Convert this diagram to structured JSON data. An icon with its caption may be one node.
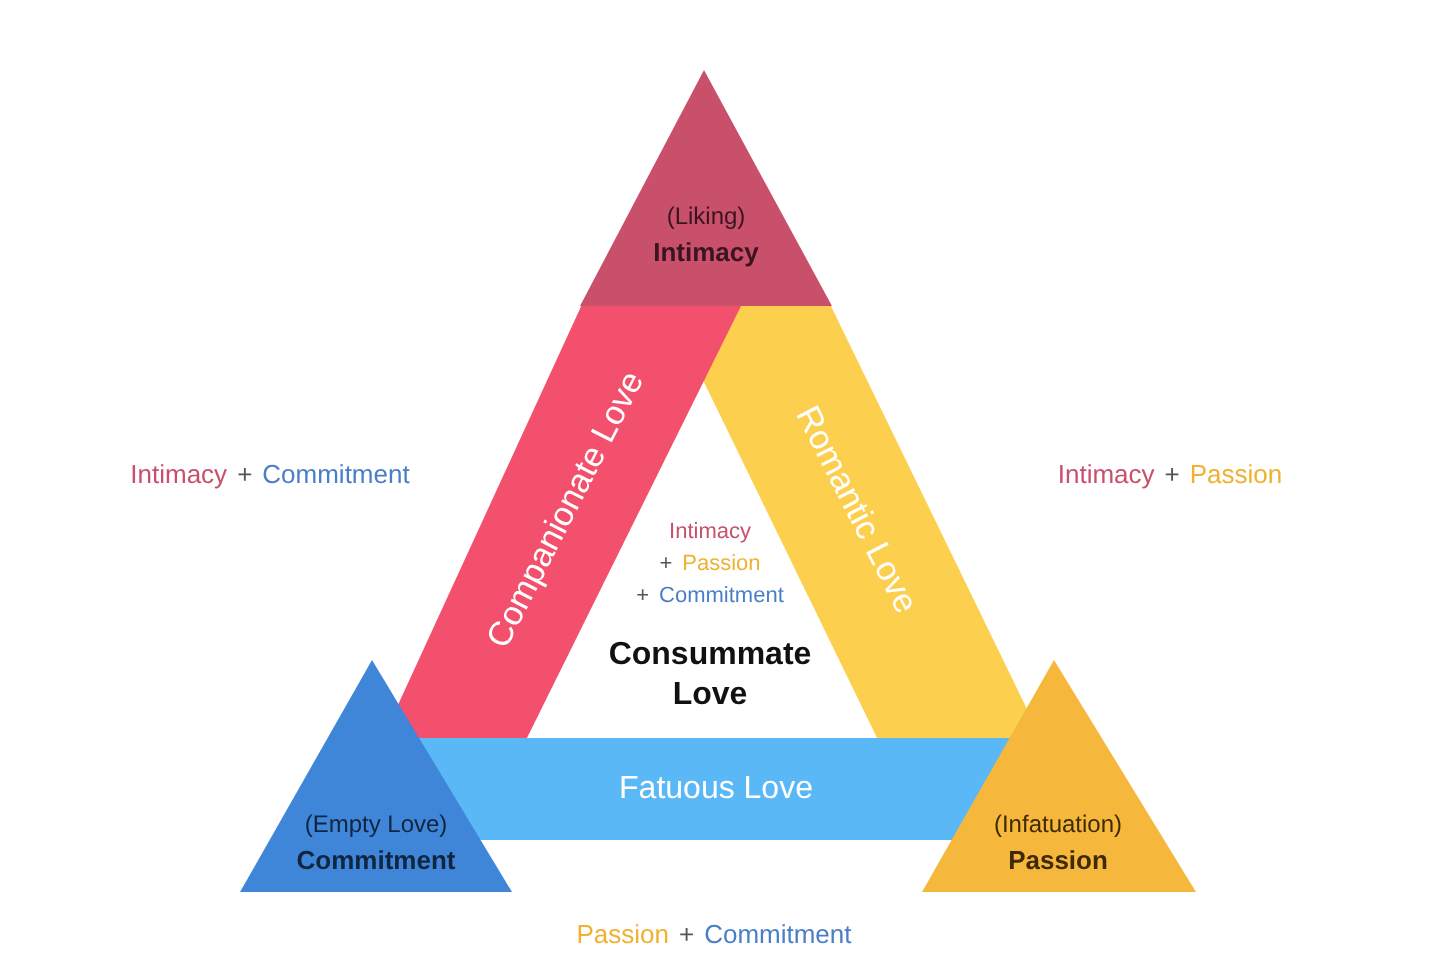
{
  "diagram": {
    "nodes": [
      {
        "text": [
          "(Liking)",
          "Intimacy"
        ]
      },
      {
        "text": [
          "Companionate Love"
        ]
      },
      {
        "text": [
          "Romantic Love"
        ]
      },
      {
        "text": [
          "(Empty Love)",
          "Commitment"
        ]
      },
      {
        "text": [
          "Fatuous Love"
        ]
      },
      {
        "text": [
          "(Infatuation)",
          "Passion"
        ]
      }
    ],
    "edges": [],
    "labels": [
      "Intimacy",
      "+",
      "Commitment",
      "Intimacy",
      "+",
      "Passion",
      "Intimacy",
      "+",
      "Passion",
      "+",
      "Commitment",
      "Consummate Love",
      "Passion",
      "+",
      "Commitment"
    ]
  }
}
